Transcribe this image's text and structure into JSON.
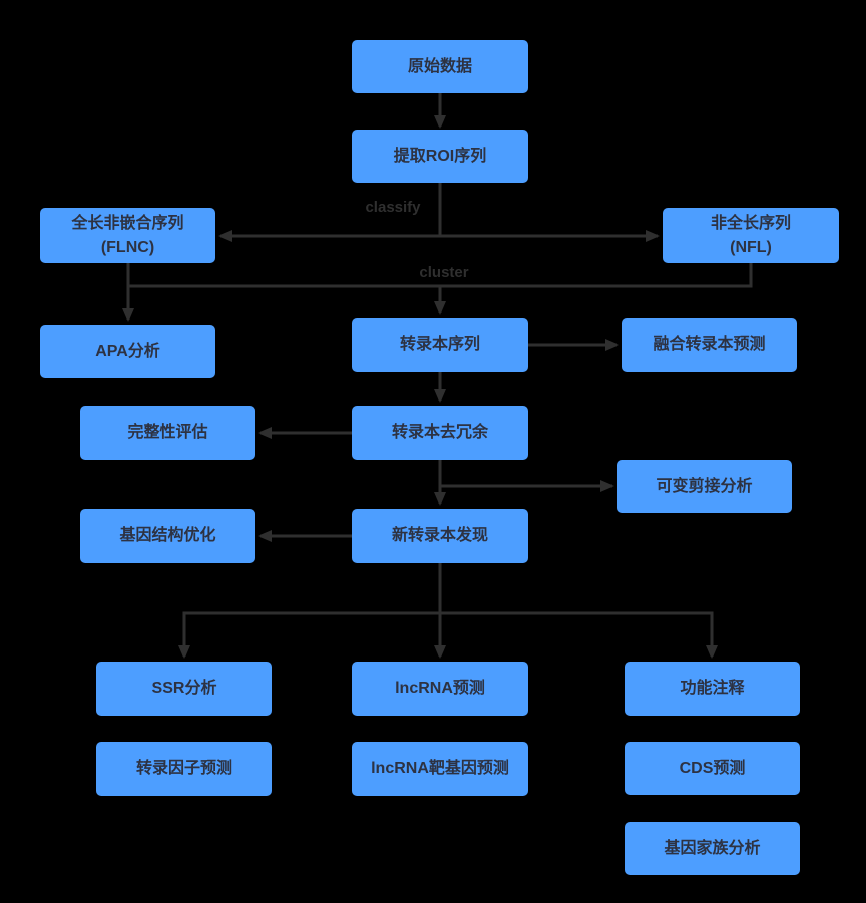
{
  "diagram": {
    "background": "#000000",
    "node_fill": "#4D9EFF",
    "node_text_color": "#2D3242",
    "connector_color": "#2F2F2F",
    "edge_labels": {
      "classify": "classify",
      "cluster": "cluster"
    },
    "nodes": [
      {
        "id": "raw-data",
        "label": "原始数据"
      },
      {
        "id": "extract-roi",
        "label": "提取ROI序列"
      },
      {
        "id": "flnc",
        "label": "全长非嵌合序列\n(FLNC)"
      },
      {
        "id": "nfl",
        "label": "非全长序列\n(NFL)"
      },
      {
        "id": "apa-analysis",
        "label": "APA分析"
      },
      {
        "id": "transcript-seq",
        "label": "转录本序列"
      },
      {
        "id": "fusion-transcript-prediction",
        "label": "融合转录本预测"
      },
      {
        "id": "completeness-eval",
        "label": "完整性评估"
      },
      {
        "id": "transcript-dedup",
        "label": "转录本去冗余"
      },
      {
        "id": "alt-splicing-analysis",
        "label": "可变剪接分析"
      },
      {
        "id": "gene-structure-optimization",
        "label": "基因结构优化"
      },
      {
        "id": "novel-transcript-discovery",
        "label": "新转录本发现"
      },
      {
        "id": "ssr-analysis",
        "label": "SSR分析"
      },
      {
        "id": "lncrna-prediction",
        "label": "lncRNA预测"
      },
      {
        "id": "functional-annotation",
        "label": "功能注释"
      },
      {
        "id": "tf-prediction",
        "label": "转录因子预测"
      },
      {
        "id": "lncrna-target-gene-prediction",
        "label": "lncRNA靶基因预测"
      },
      {
        "id": "cds-prediction",
        "label": "CDS预测"
      },
      {
        "id": "gene-family-analysis",
        "label": "基因家族分析"
      }
    ]
  }
}
